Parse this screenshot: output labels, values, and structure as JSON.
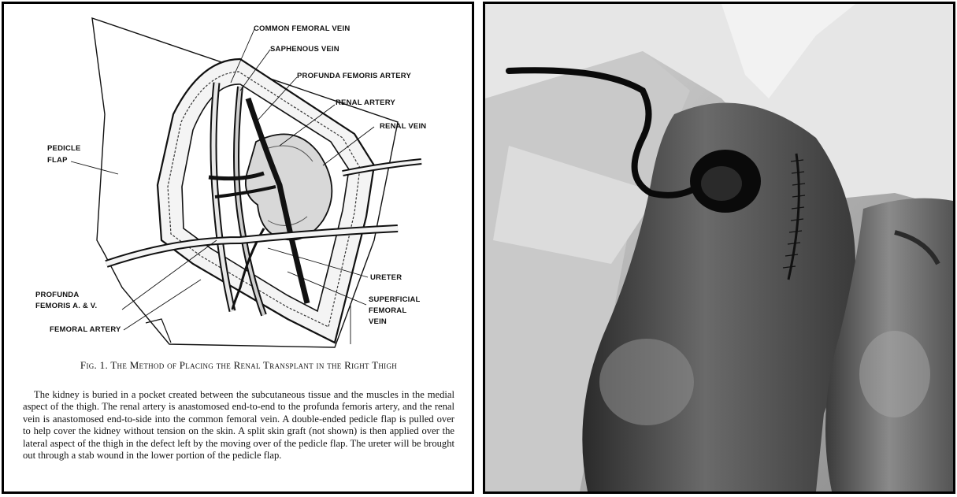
{
  "figure": {
    "labels": {
      "common_femoral_vein": "COMMON FEMORAL VEIN",
      "saphenous_vein": "SAPHENOUS VEIN",
      "profunda_femoris_artery": "PROFUNDA FEMORIS ARTERY",
      "renal_artery": "RENAL ARTERY",
      "renal_vein": "RENAL VEIN",
      "pedicle_flap_1": "PEDICLE",
      "pedicle_flap_2": "FLAP",
      "ureter": "URETER",
      "profunda_femoris_av_1": "PROFUNDA",
      "profunda_femoris_av_2": "FEMORIS A. & V.",
      "superficial_femoral_vein_1": "SUPERFICIAL",
      "superficial_femoral_vein_2": "FEMORAL",
      "superficial_femoral_vein_3": "VEIN",
      "femoral_artery": "FEMORAL ARTERY"
    },
    "caption_title": "Fig. 1. The Method of Placing the Renal Transplant in the Right Thigh",
    "caption_body": "The kidney is buried in a pocket created between the subcutaneous tissue and the muscles in the medial aspect of the thigh. The renal artery is anastomosed end-to-end to the profunda femoris artery, and the renal vein is anastomosed end-to-side into the common femoral vein. A double-ended pedicle flap is pulled over to help cover the kidney without tension on the skin. A split skin graft (not shown) is then applied over the lateral aspect of the thigh in the defect left by the moving over of the pedicle flap. The ureter will be brought out through a stab wound in the lower portion of the pedicle flap."
  }
}
